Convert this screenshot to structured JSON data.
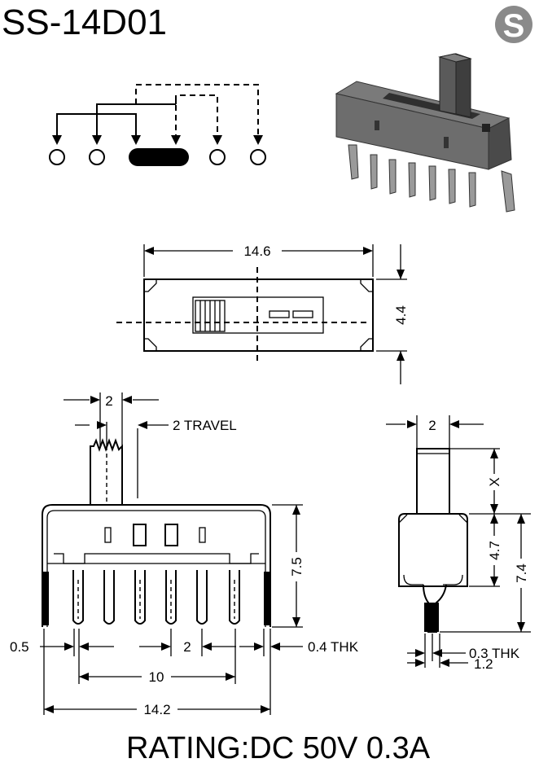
{
  "header": {
    "model": "SS-14D01",
    "logo_letter": "S"
  },
  "dimensions": {
    "top_length": "14.6",
    "top_width": "4.4",
    "actuator_width": "2",
    "travel": "2 TRAVEL",
    "body_height": "7.5",
    "edge_offset": "0.5",
    "pin_pitch": "2",
    "frame_thickness": "0.4 THK",
    "pin_span": "10",
    "overall_length": "14.2",
    "side_actuator_width": "2",
    "actuator_height": "X",
    "side_body_height": "4.7",
    "side_total_height": "7.4",
    "pin_thickness": "0.3 THK",
    "pin_row_spacing": "1.2"
  },
  "footer": {
    "rating": "RATING:DC 50V 0.3A"
  },
  "colors": {
    "ink": "#000000",
    "paper": "#ffffff",
    "body_gray": "#6d6d6d",
    "body_dark": "#4a4a4a",
    "logo_gray": "#8a8a8a"
  }
}
